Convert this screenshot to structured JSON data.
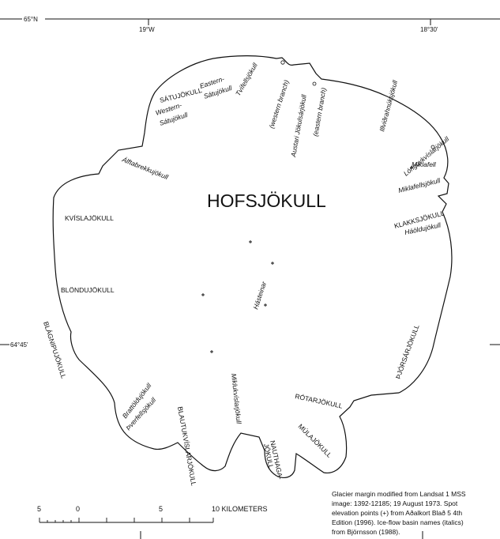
{
  "map_frame": {
    "top_left_lat": "65°N",
    "left_lat": "64°45'",
    "top_lon_1": "19°W",
    "top_lon_2": "18°30'"
  },
  "title": "HOFSJÖKULL",
  "outlet_glaciers": {
    "satujokull": "SÁTUJÖKULL",
    "kvislajokull": "KVÍSLAJÖKULL",
    "blondujokull": "BLÖNDUJÖKULL",
    "blagnipujokull": "BLÁGNIPUJÖKULL",
    "klakksjokull": "KLAKKSJÖKULL",
    "thjorsarjokull": "ÞJÓRSÁRJÖKULL",
    "rotarjokull": "RÓTARJÖKULL",
    "mulajokull": "MÚLAJÖKULL",
    "nauthaga_1": "NAUTHAGA-",
    "nauthaga_2": "JÖKULL",
    "blautukvislarjokull": "BLAUTUKVÍSLARJÖKULL"
  },
  "basins": {
    "eastern_1": "Eastern-",
    "eastern_2": "Sátujökull",
    "western_1": "Western-",
    "western_2": "Sátujökull",
    "tvifellsjokull": "Tvífellsjökull",
    "western_branch": "(western branch)",
    "austari": "Austari Jökulsárjökull",
    "eastern_branch": "(eastern branch)",
    "illvidrahnuk": "Illviðrahnúksjökull",
    "longukvislar": "Lónguvkvíslarjökull",
    "miklafell": "Miklafell",
    "miklafellsjokull": "Miklafellsjökull",
    "haoldujokull": "Háöldujökull",
    "alftabrekku": "Álftabrekkujökull",
    "hasteinar": "Hásteinar",
    "mikluk": "Miklukvíslarjökull",
    "brattoldu": "Brattöldujökull",
    "thverfells": "Þverfellsjökull"
  },
  "scale_bar": {
    "labels": [
      "5",
      "0",
      "5",
      "10 KILOMETERS"
    ]
  },
  "source_note": [
    "Glacier margin modified from Landsat 1 MSS",
    "image: 1392-12185; 19 August 1973. Spot",
    "elevation points (+) from Aðalkort Blað 5 4th",
    "Edition (1996). Ice-flow basin names (italics)",
    "from Björnsson (1988)."
  ]
}
